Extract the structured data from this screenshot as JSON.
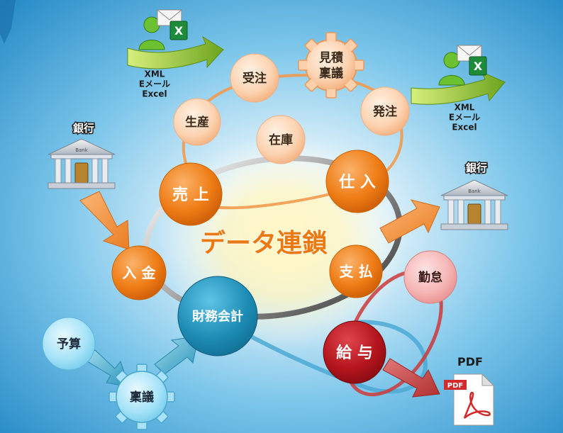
{
  "title": "データ連鎖",
  "nodes": {
    "mitsumori": "見積\n稟議",
    "juchu": "受注",
    "seisan": "生産",
    "zaiko": "在庫",
    "hatchu": "発注",
    "uriage": "売 上",
    "shiire": "仕 入",
    "nyukin": "入 金",
    "shiharai": "支 払",
    "zaimu": "財務会計",
    "kintai": "勤怠",
    "kyuyo": "給 与",
    "yosan": "予算",
    "ringi": "稟議"
  },
  "labels": {
    "bank_left": "銀行",
    "bank_right": "銀行",
    "bank_sign": "Bank",
    "export_left": "XML\nEメール\nExcel",
    "export_right": "XML\nEメール\nExcel",
    "pdf_label": "PDF",
    "pdf_badge": "PDF",
    "excel_mark": "X"
  },
  "colors": {
    "background": "#3fa9d9",
    "orange_dark": "#e8730c",
    "orange_light": "#fbc49c",
    "teal": "#1f8fb8",
    "red": "#b3141c",
    "pink": "#f0a3a3",
    "sky": "#8fd8f4",
    "title": "#ea7a10"
  }
}
